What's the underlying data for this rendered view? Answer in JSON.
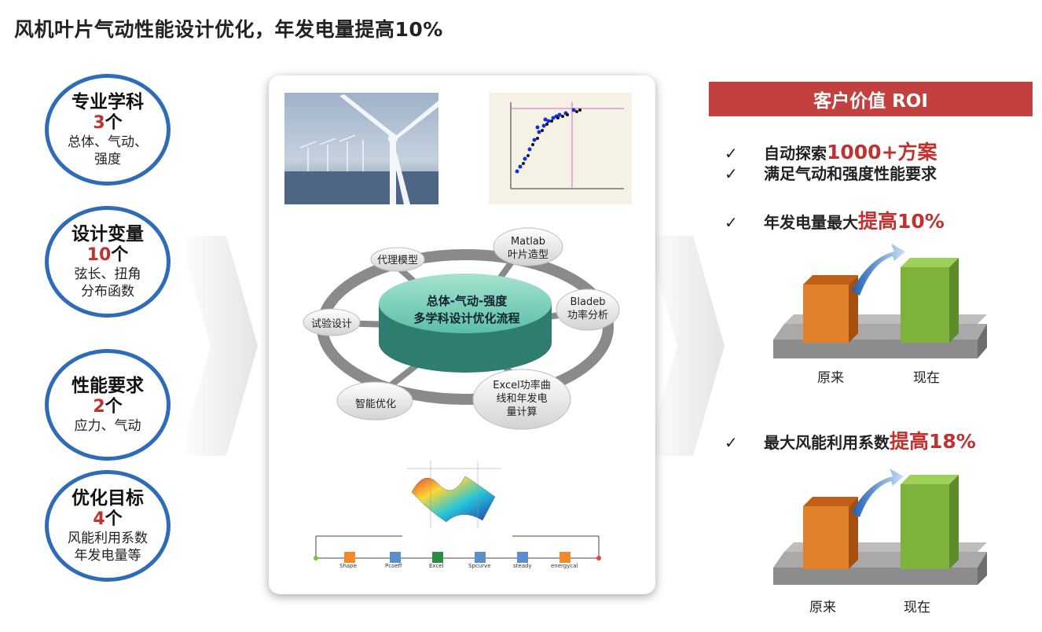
{
  "title": "风机叶片气动性能设计优化，年发电量提高10%",
  "left_circles": [
    {
      "head": "专业学科",
      "num": "3",
      "unit": "个",
      "desc1": "总体、气动、",
      "desc2": "强度"
    },
    {
      "head": "设计变量",
      "num": "10",
      "unit": "个",
      "desc1": "弦长、扭角",
      "desc2": "分布函数"
    },
    {
      "head": "性能要求",
      "num": "2",
      "unit": "个",
      "desc1": "应力、气动",
      "desc2": ""
    },
    {
      "head": "优化目标",
      "num": "4",
      "unit": "个",
      "desc1": "风能利用系数",
      "desc2": "年发电量等"
    }
  ],
  "center": {
    "hub_line1": "总体-气动-强度",
    "hub_line2": "多学科设计优化流程",
    "nodes": {
      "proxy": "代理模型",
      "matlab1": "Matlab",
      "matlab2": "叶片造型",
      "bladeb1": "Bladeb",
      "bladeb2": "功率分析",
      "test": "试验设计",
      "smart": "智能优化",
      "excel1": "Excel功率曲",
      "excel2": "线和年发电",
      "excel3": "量计算"
    },
    "workflow_steps": [
      "Shape",
      "Pcoeff",
      "Excel",
      "Spcurve",
      "steady",
      "energycal"
    ]
  },
  "roi": {
    "header": "客户价值 ROI",
    "items": [
      {
        "mark": "✓",
        "text": "自动探索",
        "highlight": "1000+方案"
      },
      {
        "mark": "✓",
        "text": "满足气动和强度性能要求",
        "highlight": ""
      },
      {
        "mark": "✓",
        "text": "年发电量最大",
        "highlight": "提高10%"
      },
      {
        "mark": "✓",
        "text": "最大风能利用系数",
        "highlight": "提高18%"
      }
    ],
    "charts": [
      {
        "before_label": "原来",
        "after_label": "现在"
      },
      {
        "before_label": "原来",
        "after_label": "现在"
      }
    ]
  },
  "colors": {
    "accent_red": "#c0312f",
    "circle_blue": "#2e6cb8",
    "roi_header": "#c2403d",
    "bar_orange": "#e0812a",
    "bar_green": "#7fb23d",
    "hub_teal": "#5bbfa8"
  }
}
